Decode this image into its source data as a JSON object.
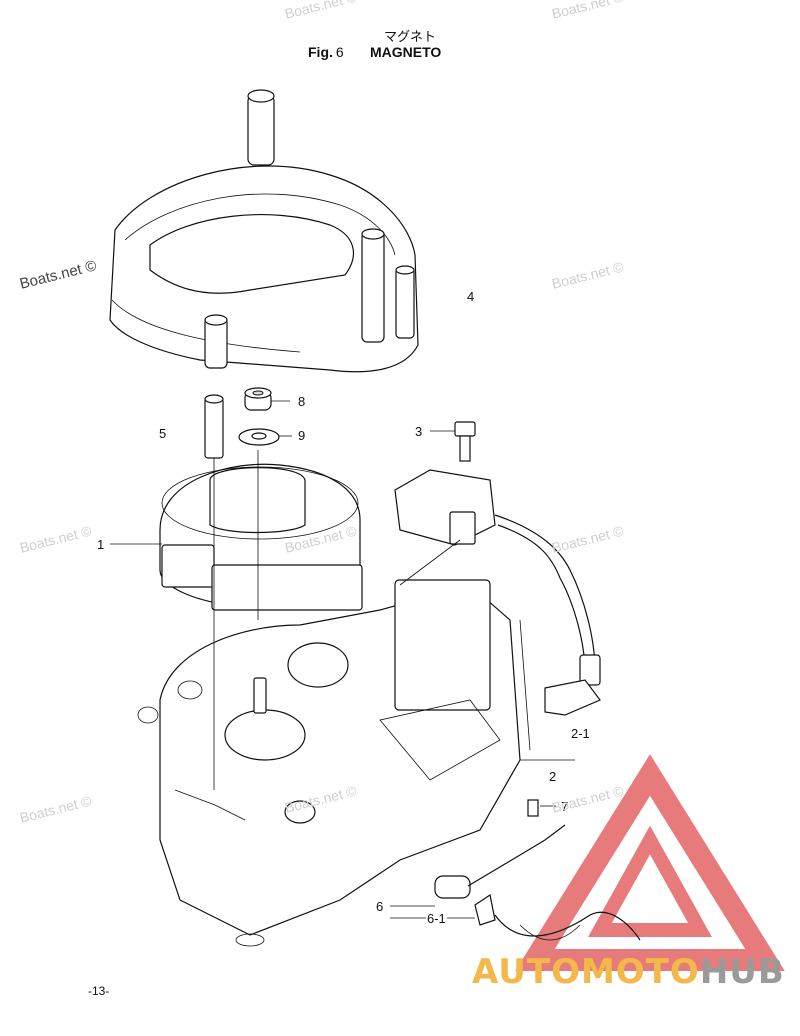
{
  "title": {
    "japanese": "マグネト",
    "fig_label": "Fig.",
    "fig_number": "6",
    "name": "MAGNETO"
  },
  "callouts": [
    {
      "id": "8",
      "label": "8"
    },
    {
      "id": "9",
      "label": "9"
    },
    {
      "id": "5",
      "label": "5"
    },
    {
      "id": "3",
      "label": "3"
    },
    {
      "id": "1",
      "label": "1"
    },
    {
      "id": "4",
      "label": "4"
    },
    {
      "id": "2-1",
      "label": "2-1"
    },
    {
      "id": "2",
      "label": "2"
    },
    {
      "id": "7",
      "label": "7"
    },
    {
      "id": "6",
      "label": "6"
    },
    {
      "id": "6-1",
      "label": "6-1"
    }
  ],
  "watermark": "Boats.net ©",
  "page_number": "-13-",
  "brand": {
    "part1": "AUTOMOTO",
    "part2": "HUB",
    "color_accent": "#f2b84a",
    "color_gray": "#9a9a9a",
    "logo_color": "#e05050"
  }
}
